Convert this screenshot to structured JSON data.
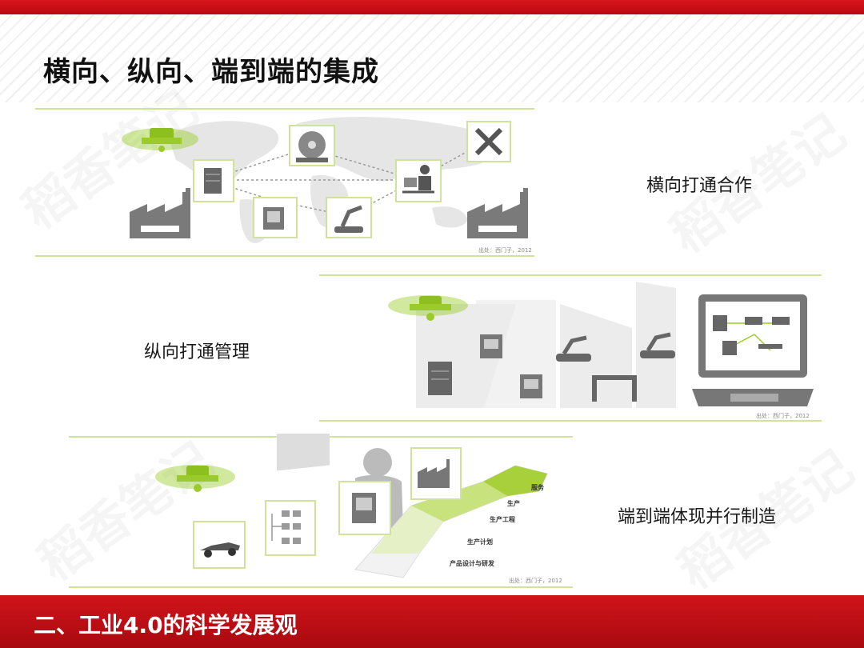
{
  "title": "横向、纵向、端到端的集成",
  "footer": "二、工业4.0的科学发展观",
  "watermark": "稻香笔记",
  "panels": {
    "horizontal": {
      "caption": "横向打通合作",
      "source": "出处：西门子，2012"
    },
    "vertical": {
      "caption": "纵向打通管理",
      "source": "出处：西门子，2012"
    },
    "endtoend": {
      "caption": "端到端体现并行制造",
      "source": "出处：西门子，2012",
      "steps": [
        "服务",
        "生产",
        "生产工程",
        "生产计划",
        "产品设计与研发"
      ]
    }
  },
  "colors": {
    "brand_red": "#c8101a",
    "accent_green": "#9acb2a",
    "line_green": "#cfe39a",
    "icon_gray": "#777777"
  },
  "icons": [
    "factory-icon",
    "drone-icon",
    "sawblade-icon",
    "tools-icon",
    "operator-icon",
    "robot-arm-icon",
    "machine-icon",
    "server-icon",
    "monitor-icon",
    "race-car-icon"
  ]
}
